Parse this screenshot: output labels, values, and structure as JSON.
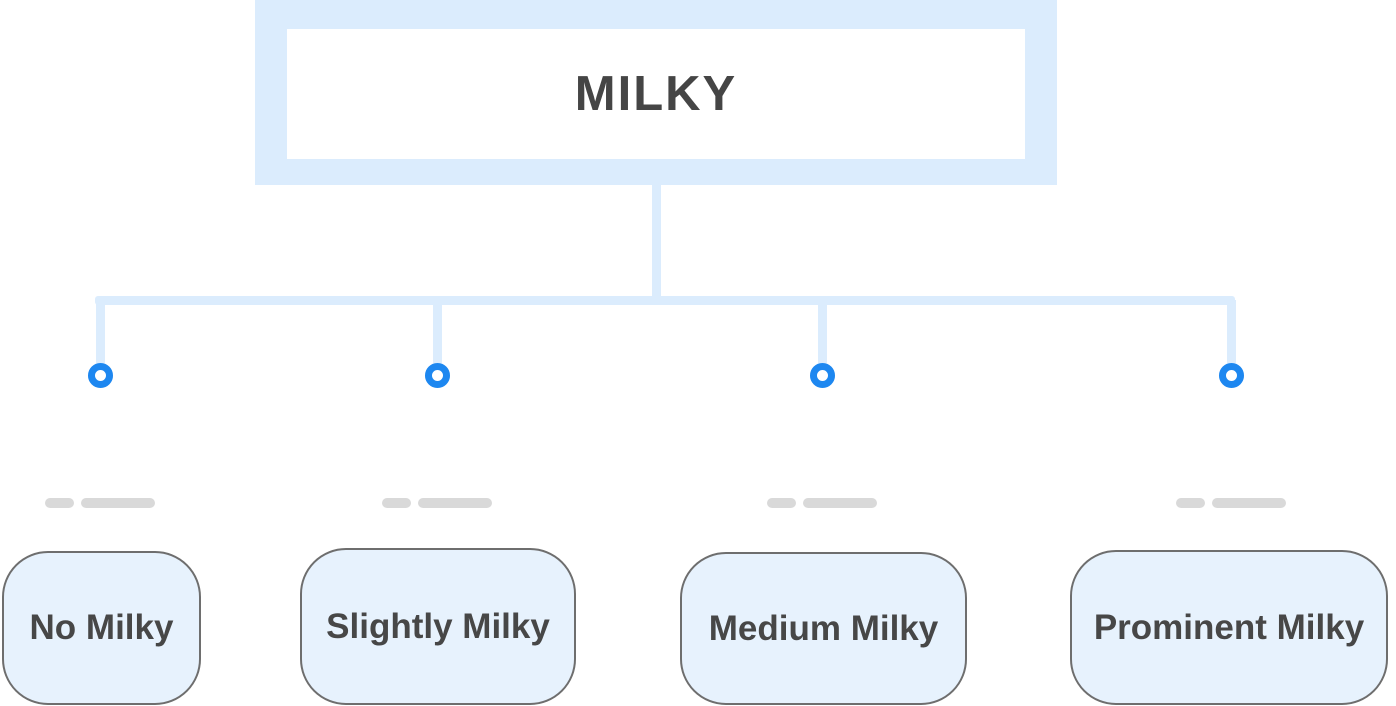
{
  "diagram": {
    "root": {
      "label": "MILKY"
    },
    "children": [
      {
        "label": "No Milky"
      },
      {
        "label": "Slightly Milky"
      },
      {
        "label": "Medium Milky"
      },
      {
        "label": "Prominent Milky"
      }
    ],
    "colors": {
      "connector_blue": "#dbecfd",
      "node_ring_blue": "#1d87f0",
      "placeholder_dash_gray": "#d9d9d9",
      "category_box_fill": "#e7f2fd",
      "category_box_border": "#6e6e6e",
      "text_dark_gray": "#454545"
    }
  }
}
